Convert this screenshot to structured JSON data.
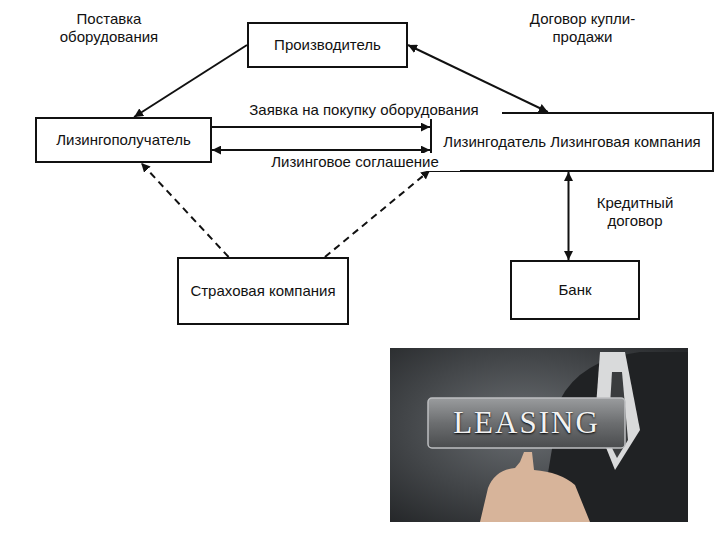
{
  "diagram": {
    "nodes": [
      {
        "text": [
          "Производитель"
        ]
      },
      {
        "text": [
          "Лизингополучатель"
        ]
      },
      {
        "text": [
          "Лизингодатель Лизинговая компания"
        ]
      },
      {
        "text": [
          "Страховая компания"
        ]
      },
      {
        "text": [
          "Банк"
        ]
      }
    ],
    "edges": [
      {
        "from": 0,
        "to": 1,
        "label": "Поставка оборудования",
        "arrow": "to"
      },
      {
        "from": 0,
        "to": 2,
        "label": "Договор купли-продажи",
        "arrow": "both"
      },
      {
        "from": 1,
        "to": 2,
        "label": "Заявка на покупку оборудования",
        "arrow": "to"
      },
      {
        "from": 1,
        "to": 2,
        "label": "Лизинговое соглашение",
        "arrow": "both"
      },
      {
        "from": 3,
        "to": 1,
        "arrow": "to"
      },
      {
        "from": 3,
        "to": 2,
        "arrow": "to"
      },
      {
        "from": 4,
        "to": 2,
        "label": "Кредитный договор",
        "arrow": "both"
      }
    ],
    "labels": [
      "LEASING"
    ]
  }
}
